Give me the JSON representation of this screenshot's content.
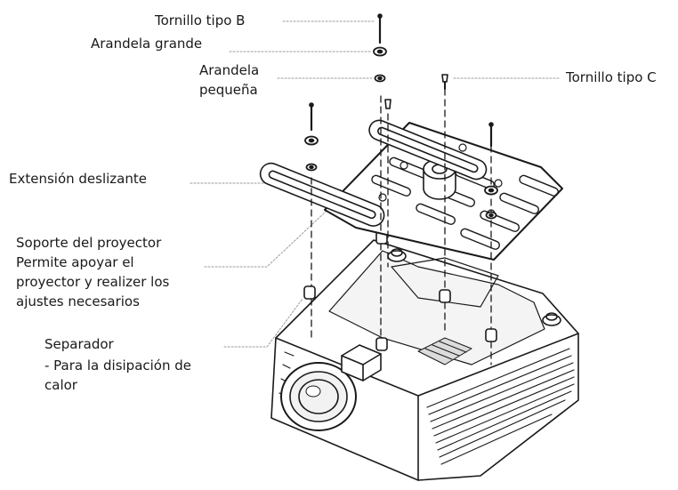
{
  "labels": {
    "screw_b": "Tornillo tipo B",
    "washer_large": "Arandela grande",
    "washer_small_line1": "Arandela",
    "washer_small_line2": "pequeña",
    "screw_c": "Tornillo tipo C",
    "slide_extension": "Extensión deslizante",
    "bracket_line1": "Soporte del proyector",
    "bracket_line2": "Permite apoyar el",
    "bracket_line3": "proyector y realizer los",
    "bracket_line4": "ajustes necesarios",
    "spacer_line1": "Separador",
    "spacer_line2": "- Para la disipación de",
    "spacer_line3": "calor"
  },
  "colors": {
    "line": "#1a1a1a",
    "leader": "#9a9a9a",
    "fill": "#ffffff",
    "shade": "#d9d9d9"
  }
}
